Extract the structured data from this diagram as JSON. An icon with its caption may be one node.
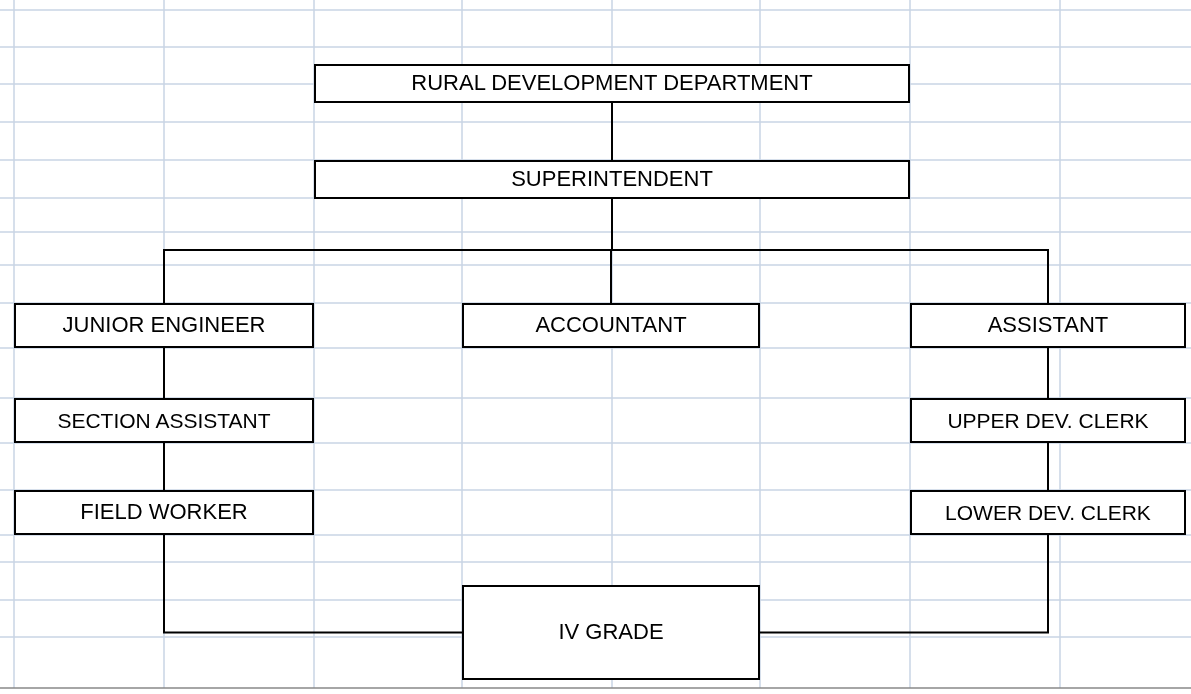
{
  "diagram": {
    "nodes": [
      {
        "text": [
          "RURAL DEVELOPMENT DEPARTMENT"
        ]
      },
      {
        "text": [
          "SUPERINTENDENT"
        ]
      },
      {
        "text": [
          "JUNIOR ENGINEER"
        ]
      },
      {
        "text": [
          "ACCOUNTANT"
        ]
      },
      {
        "text": [
          "ASSISTANT"
        ]
      },
      {
        "text": [
          "SECTION ASSISTANT"
        ]
      },
      {
        "text": [
          "UPPER DEV. CLERK"
        ]
      },
      {
        "text": [
          "FIELD WORKER"
        ]
      },
      {
        "text": [
          "LOWER DEV. CLERK"
        ]
      },
      {
        "text": [
          "IV GRADE"
        ]
      }
    ],
    "edges": [
      {
        "from": 0,
        "to": 1,
        "arrow": "none"
      },
      {
        "from": 1,
        "to": 2,
        "arrow": "none"
      },
      {
        "from": 1,
        "to": 3,
        "arrow": "none"
      },
      {
        "from": 1,
        "to": 4,
        "arrow": "none"
      },
      {
        "from": 2,
        "to": 5,
        "arrow": "none"
      },
      {
        "from": 5,
        "to": 7,
        "arrow": "none"
      },
      {
        "from": 4,
        "to": 6,
        "arrow": "none"
      },
      {
        "from": 6,
        "to": 8,
        "arrow": "none"
      },
      {
        "from": 7,
        "to": 9,
        "arrow": "none"
      },
      {
        "from": 8,
        "to": 9,
        "arrow": "none"
      }
    ]
  }
}
